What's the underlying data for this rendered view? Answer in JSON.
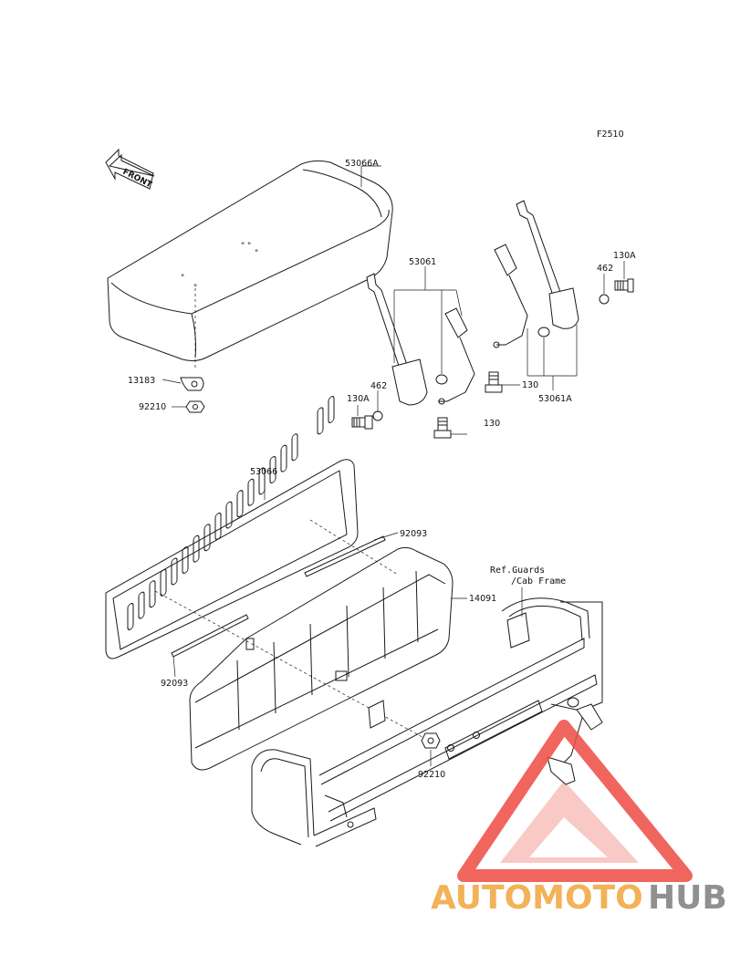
{
  "figure_code": "F2510",
  "front_arrow_label": "FRONT",
  "ref_note": {
    "line1": "Ref.Guards",
    "line2": "/Cab Frame"
  },
  "parts": {
    "p53066A": "53066A",
    "p53061": "53061",
    "p462_right": "462",
    "p130A_right": "130A",
    "p13183": "13183",
    "p92210_top": "92210",
    "p462_left": "462",
    "p130A_left": "130A",
    "p130_mid": "130",
    "p130_low": "130",
    "p53061A": "53061A",
    "p53066": "53066",
    "p92093_top": "92093",
    "p14091": "14091",
    "p92093_left": "92093",
    "p92210_bottom": "92210"
  },
  "watermark": {
    "part1": "AUTOMOTO",
    "part2": "HUB",
    "color_main": "#f0a53a",
    "color_hub": "#7d7d7d",
    "triangle_color": "#ee4b43"
  }
}
